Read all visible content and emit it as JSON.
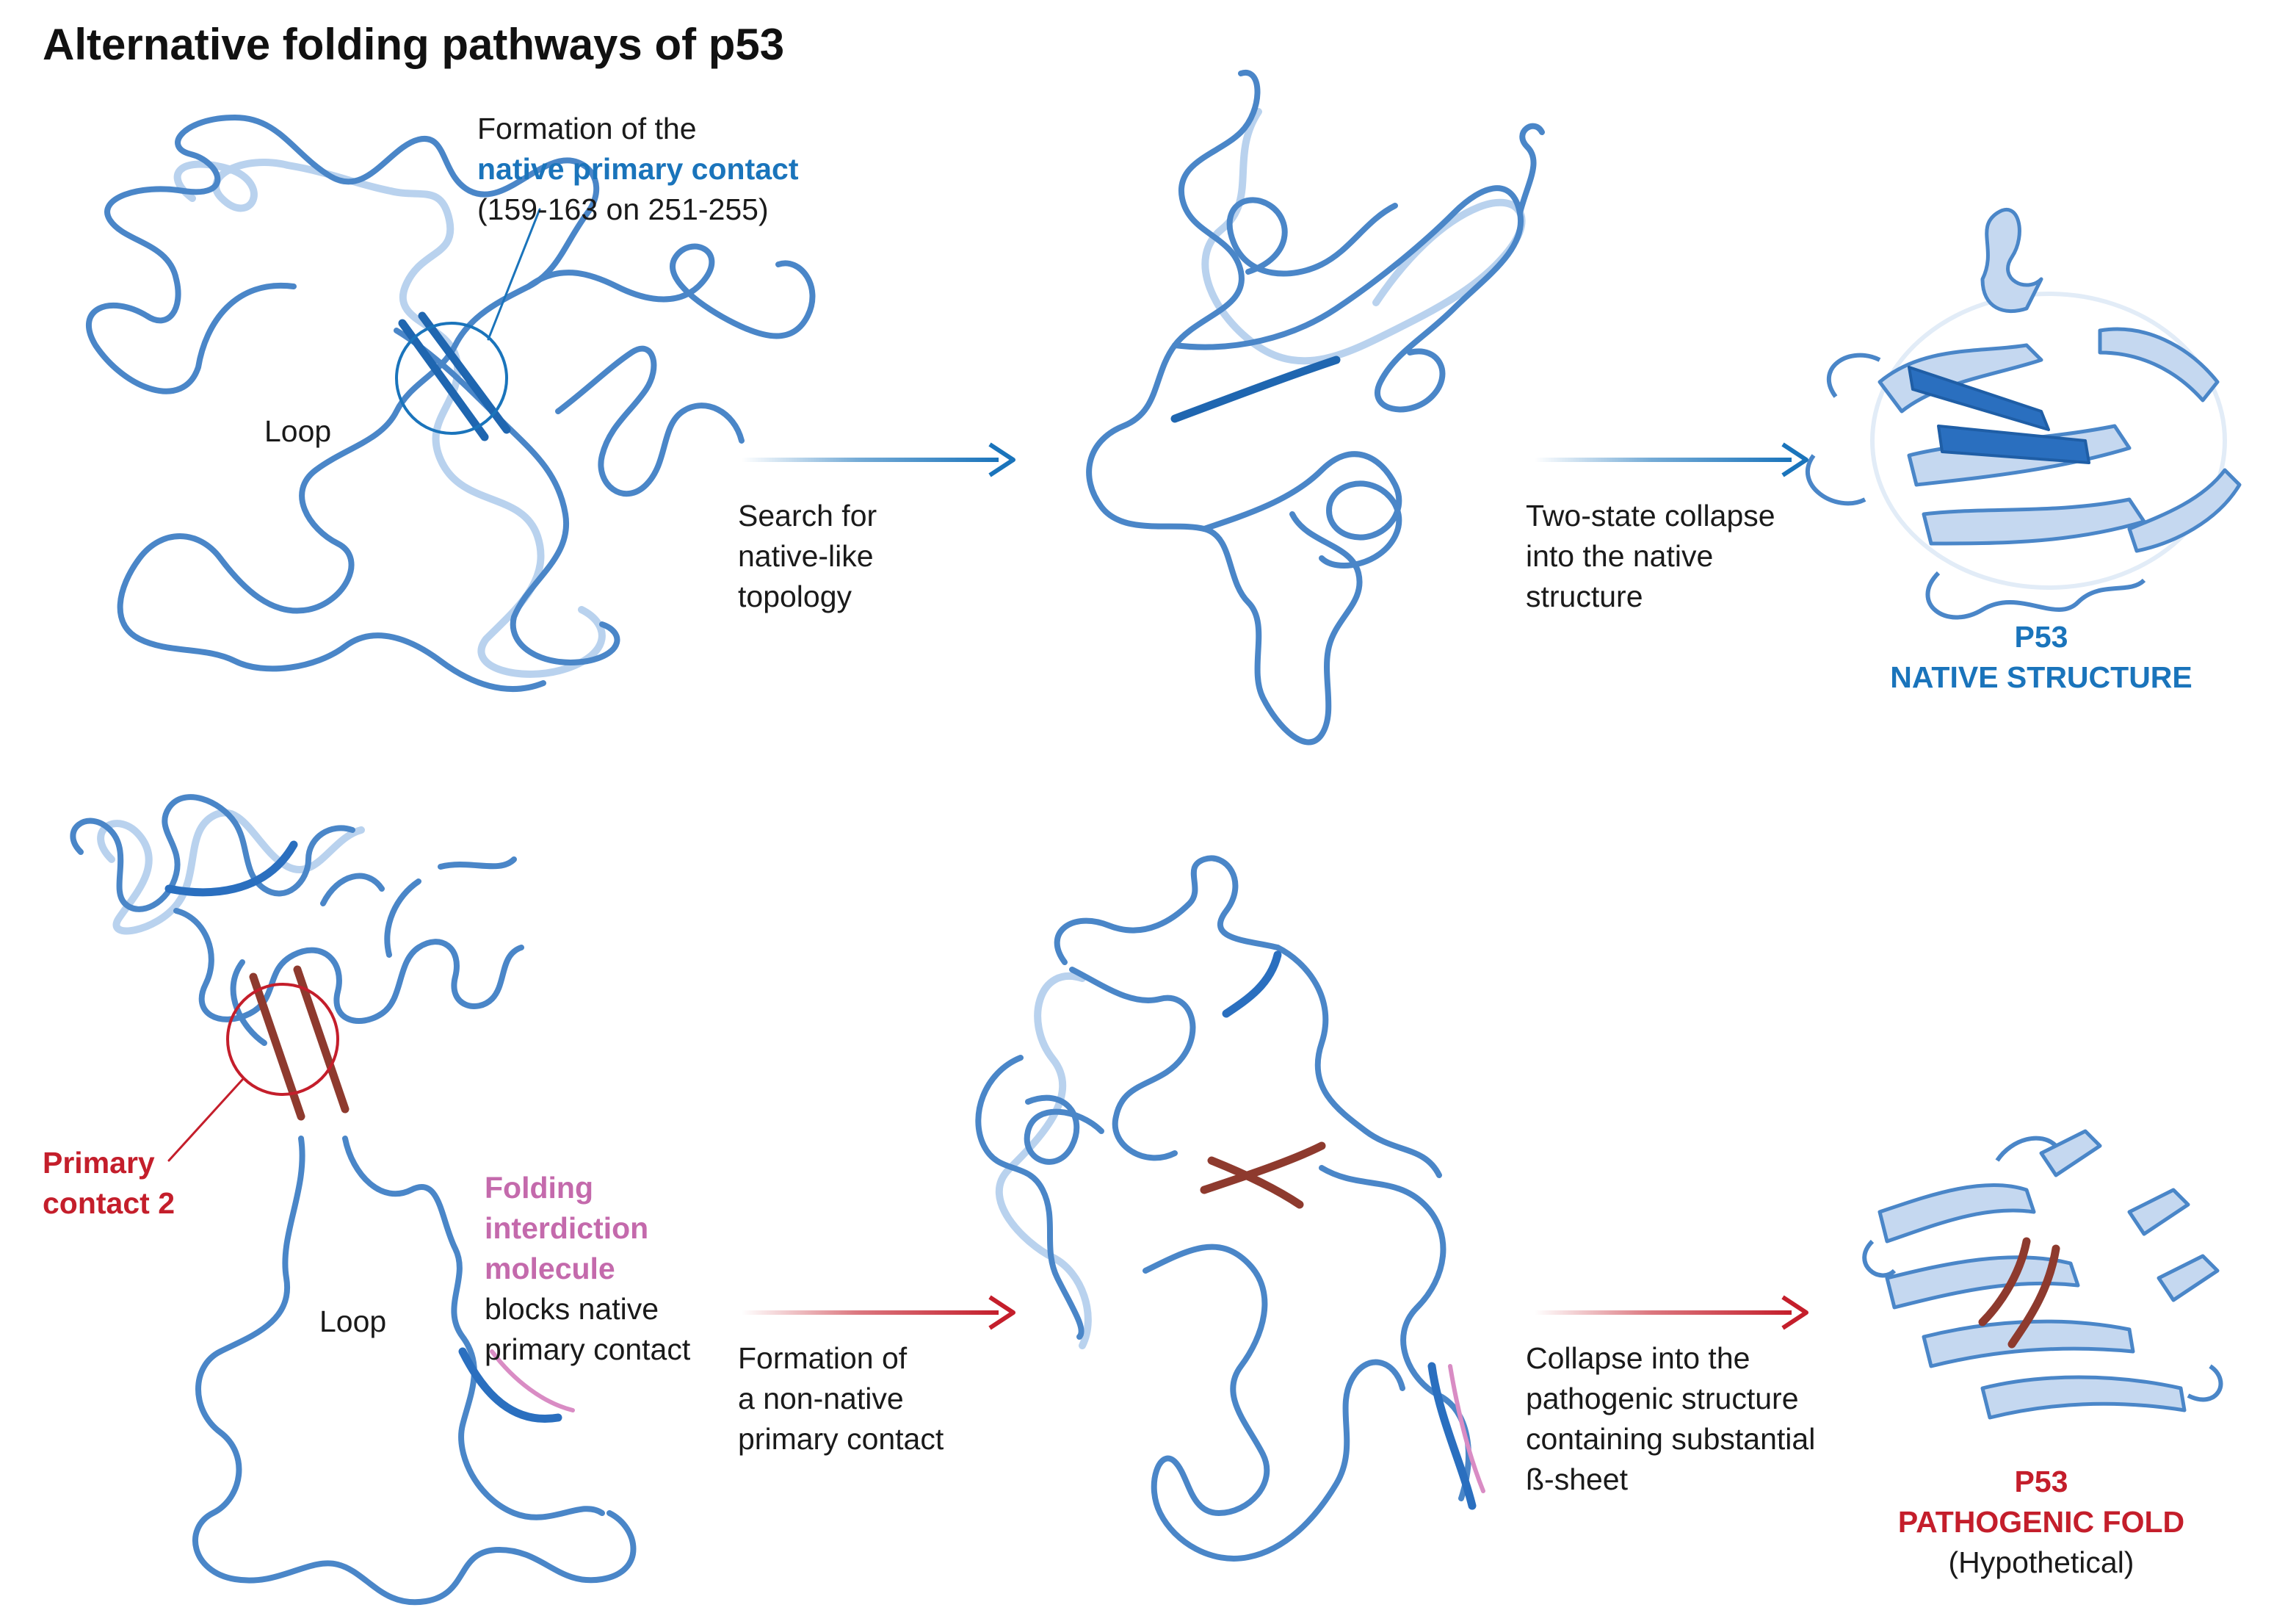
{
  "title": "Alternative folding pathways of p53",
  "top": {
    "contact_line1": "Formation of the",
    "contact_line2": "native primary contact",
    "contact_line3": "(159-163 on 251-255)",
    "loop": "Loop",
    "step1_line1": "Search for",
    "step1_line2": "native-like",
    "step1_line3": "topology",
    "step2_line1": "Two-state collapse",
    "step2_line2": "into the native",
    "step2_line3": "structure",
    "result_line1": "P53",
    "result_line2": "NATIVE STRUCTURE"
  },
  "bottom": {
    "contact_line1": "Primary",
    "contact_line2": "contact 2",
    "molecule_line1": "Folding",
    "molecule_line2": "interdiction",
    "molecule_line3": "molecule",
    "molecule_line4": "blocks native",
    "molecule_line5": "primary contact",
    "loop": "Loop",
    "step1_line1": "Formation of",
    "step1_line2": "a non-native",
    "step1_line3": "primary contact",
    "step2_line1": "Collapse into the",
    "step2_line2": "pathogenic structure",
    "step2_line3": "containing substantial",
    "step2_line4": "ß-sheet",
    "result_line1": "P53",
    "result_line2": "PATHOGENIC FOLD",
    "result_line3": "(Hypothetical)"
  },
  "colors": {
    "strand": "#4a86c8",
    "strand_light": "#b9d2ee",
    "native_contact": "#1f66b0",
    "pathogenic_contact": "#8e3a2e",
    "arrow_blue": "#1a74bb",
    "arrow_red": "#c41e2b",
    "molecule": "#d98cc4"
  }
}
